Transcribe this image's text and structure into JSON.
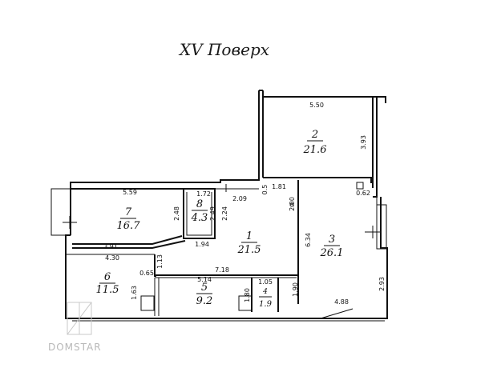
{
  "title": "XV Поверх",
  "watermark": "DOMSTAR",
  "rooms": [
    {
      "number": "1",
      "area": "21.5"
    },
    {
      "number": "2",
      "area": "21.6"
    },
    {
      "number": "3",
      "area": "26.1"
    },
    {
      "number": "4",
      "area": "1.9"
    },
    {
      "number": "5",
      "area": "9.2"
    },
    {
      "number": "6",
      "area": "11.5"
    },
    {
      "number": "7",
      "area": "16.7"
    },
    {
      "number": "8",
      "area": "4.3"
    }
  ],
  "dimensions": {
    "r2_width": "5.50",
    "r2_height": "3.93",
    "r7_width_top": "5.59",
    "r7_width_bottom": "3.91",
    "r7_height": "2.48",
    "r8_width": "1.72",
    "r8_height": "2.49",
    "corr_2_24": "2.24",
    "corr_2_09": "2.09",
    "corr_0_5": "0.5",
    "corr_1_81": "1.81",
    "r3_wall": "2.00",
    "r3_height": "6.34",
    "r3_notch": "0.62",
    "r3_side": "2.93",
    "r3_width": "4.88",
    "r1_bottom": "7.18",
    "r1_slope": "1.94",
    "r6_width": "4.30",
    "r6_depth": "1.13",
    "r6_small": "0.65",
    "r6_height": "1.63",
    "r5_width": "5.14",
    "r5_height": "1.80",
    "r4_width": "1.05",
    "r4_height": "1.90"
  }
}
